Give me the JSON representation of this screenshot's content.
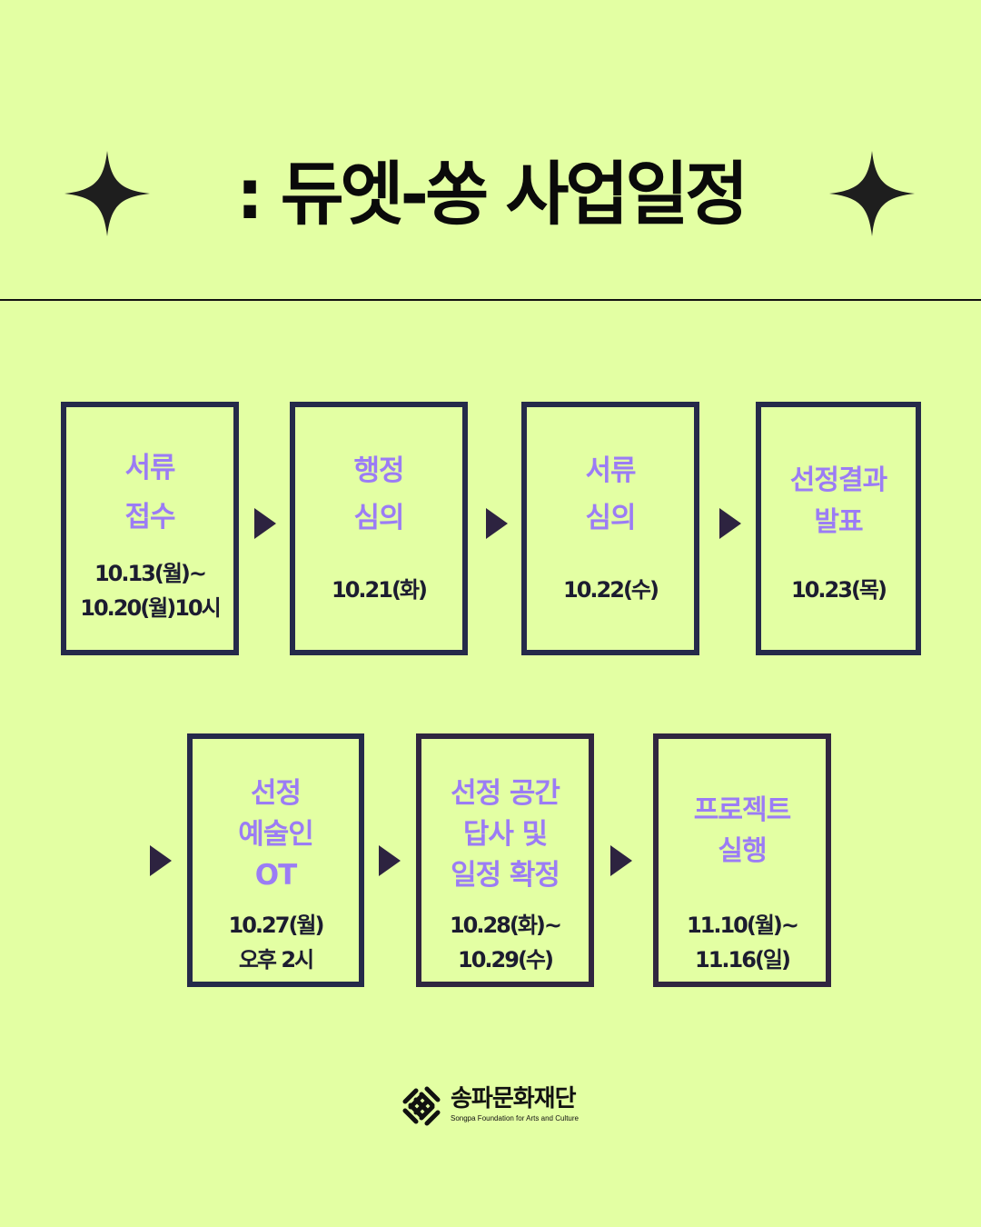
{
  "header": {
    "title": ": 듀엣-쏭 사업일정",
    "left_icon": "sparkle-icon",
    "right_icon": "sparkle-icon"
  },
  "colors": {
    "background": "#e3ffa3",
    "box_border": "#252a4a",
    "label": "#9b7cf5",
    "date": "#1c1c30",
    "arrow": "#2d2340"
  },
  "schedule": [
    {
      "label": "서류\n접수",
      "date": "10.13(월)~\n10.20(월)10시"
    },
    {
      "label": "행정\n심의",
      "date": "10.21(화)"
    },
    {
      "label": "서류\n심의",
      "date": "10.22(수)"
    },
    {
      "label": "선정결과\n발표",
      "date": "10.23(목)"
    },
    {
      "label": "선정\n예술인\nOT",
      "date": "10.27(월)\n오후 2시"
    },
    {
      "label": "선정 공간\n답사 및\n일정 확정",
      "date": "10.28(화)~\n10.29(수)"
    },
    {
      "label": "프로젝트\n실행",
      "date": "11.10(월)~\n11.16(일)"
    }
  ],
  "footer": {
    "logo_name": "송파문화재단",
    "logo_subtitle": "Songpa Foundation for Arts and Culture",
    "logo_icon": "knot-logo-icon"
  }
}
